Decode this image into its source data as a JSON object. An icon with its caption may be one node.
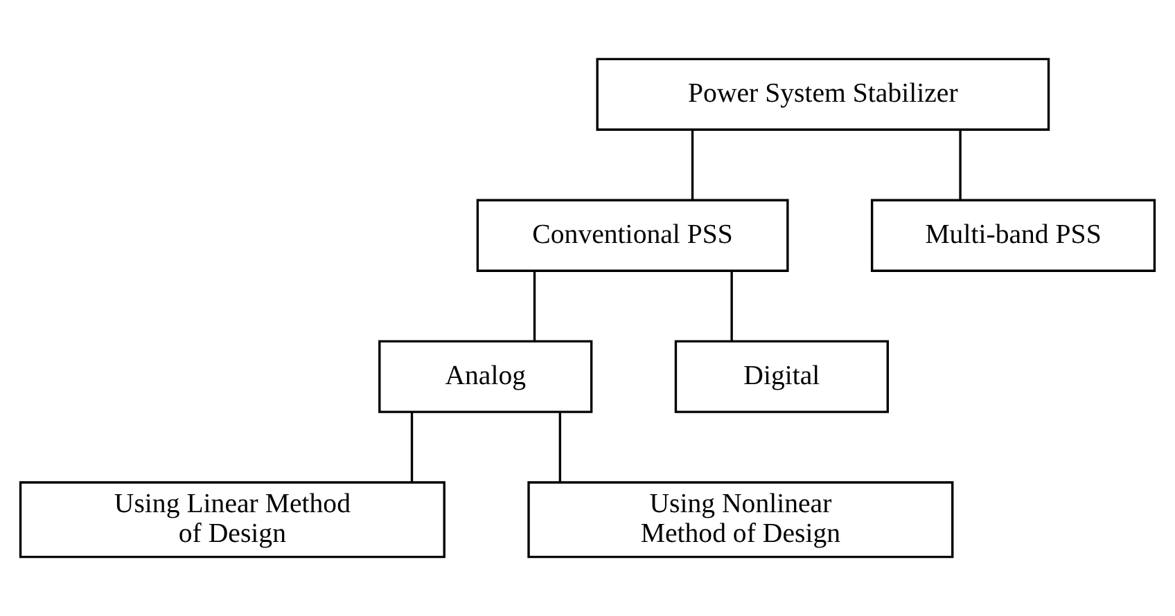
{
  "diagram": {
    "nodes": [
      {
        "text": [
          "Power System Stabilizer"
        ]
      },
      {
        "text": [
          "Conventional PSS"
        ]
      },
      {
        "text": [
          "Multi-band PSS"
        ]
      },
      {
        "text": [
          "Analog"
        ]
      },
      {
        "text": [
          "Digital"
        ]
      },
      {
        "text": [
          "Using Linear Method of Design"
        ]
      },
      {
        "text": [
          "Using Nonlinear Method of Design"
        ]
      }
    ],
    "edges": [
      {
        "from": 0,
        "to": 1,
        "arrow": "none"
      },
      {
        "from": 0,
        "to": 2,
        "arrow": "none"
      },
      {
        "from": 1,
        "to": 3,
        "arrow": "none"
      },
      {
        "from": 1,
        "to": 4,
        "arrow": "none"
      },
      {
        "from": 3,
        "to": 5,
        "arrow": "none"
      },
      {
        "from": 3,
        "to": 6,
        "arrow": "none"
      }
    ]
  }
}
